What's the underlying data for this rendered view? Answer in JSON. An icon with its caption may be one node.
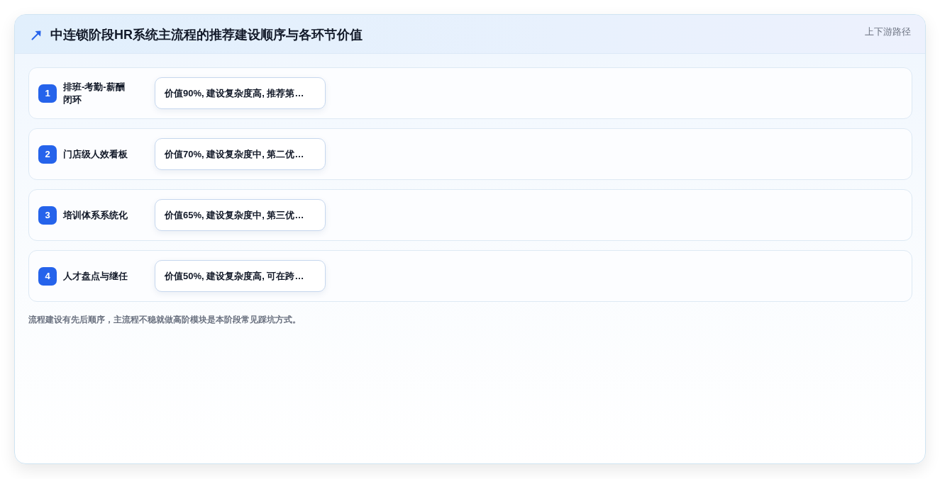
{
  "diagram": {
    "title": "中连锁阶段HR系统主流程的推荐建设顺序与各环节价值",
    "caption": "流程建设有先后顺序，主流程不稳就做高阶模块是本阶段常见踩坑方式。",
    "nodes": [
      {
        "text": [
          "排班-考勤-薪酬闭环"
        ]
      },
      {
        "text": [
          "1"
        ],
        "in": 0
      },
      {
        "text": [
          "价值90%, 建设复杂度高, 推荐第…"
        ],
        "in": 0
      },
      {
        "text": [
          "门店级人效看板"
        ]
      },
      {
        "text": [
          "2"
        ],
        "in": 3
      },
      {
        "text": [
          "价值70%, 建设复杂度中, 第二优…"
        ],
        "in": 3
      },
      {
        "text": [
          "培训体系系统化"
        ]
      },
      {
        "text": [
          "3"
        ],
        "in": 6
      },
      {
        "text": [
          "价值65%, 建设复杂度中, 第三优…"
        ],
        "in": 6
      },
      {
        "text": [
          "人才盘点与继任"
        ]
      },
      {
        "text": [
          "4"
        ],
        "in": 9
      },
      {
        "text": [
          "价值50%, 建设复杂度高, 可在跨…"
        ],
        "in": 9
      }
    ],
    "labels": [
      "上下游路径"
    ]
  }
}
